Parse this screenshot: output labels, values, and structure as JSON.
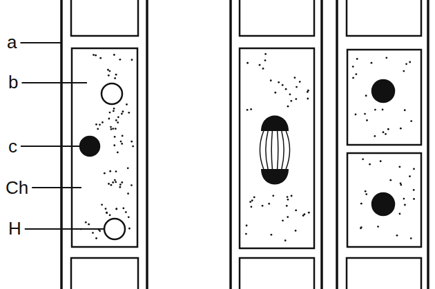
{
  "diagram": {
    "labels": [
      "a",
      "b",
      "c",
      "Ch",
      "H"
    ]
  }
}
